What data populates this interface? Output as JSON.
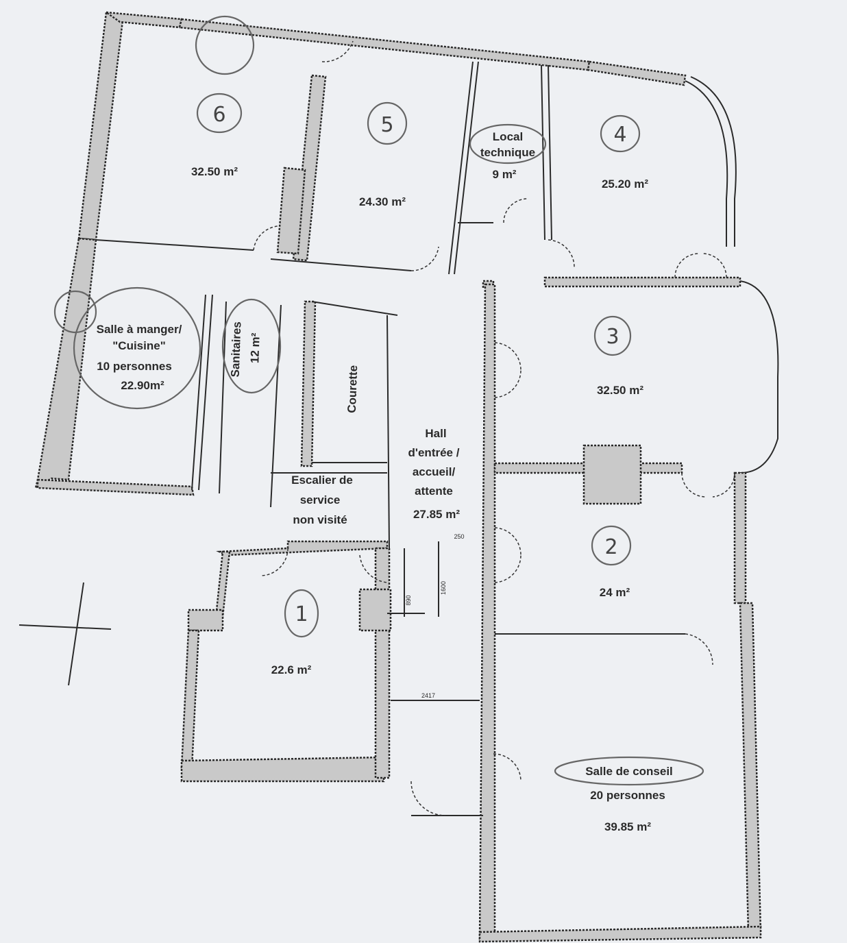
{
  "rooms": {
    "r6": {
      "number": "6",
      "area": "32.50 m²"
    },
    "r5": {
      "number": "5",
      "area": "24.30 m²"
    },
    "local": {
      "line1": "Local",
      "line2": "technique",
      "area": "9 m²"
    },
    "r4": {
      "number": "4",
      "area": "25.20 m²"
    },
    "r3": {
      "number": "3",
      "area": "32.50 m²"
    },
    "r2": {
      "number": "2",
      "area": "24 m²"
    },
    "r1": {
      "number": "1",
      "area": "22.6 m²"
    },
    "salle_manger": {
      "line1": "Salle à manger/",
      "line2": "\"Cuisine\"",
      "line3": "10 personnes",
      "area": "22.90m²"
    },
    "sanitaires": {
      "name": "Sanitaires",
      "area": "12 m²"
    },
    "courette": {
      "name": "Courette"
    },
    "escalier": {
      "line1": "Escalier de",
      "line2": "service",
      "line3": "non visité"
    },
    "hall": {
      "line1": "Hall",
      "line2": "d'entrée /",
      "line3": "accueil/",
      "line4": "attente",
      "area": "27.85 m²"
    },
    "conseil": {
      "line1": "Salle de conseil",
      "line2": "20 personnes",
      "area": "39.85 m²"
    }
  },
  "dimensions": {
    "d1": "250",
    "d2": "1600",
    "d3": "2417",
    "d4": "890"
  }
}
